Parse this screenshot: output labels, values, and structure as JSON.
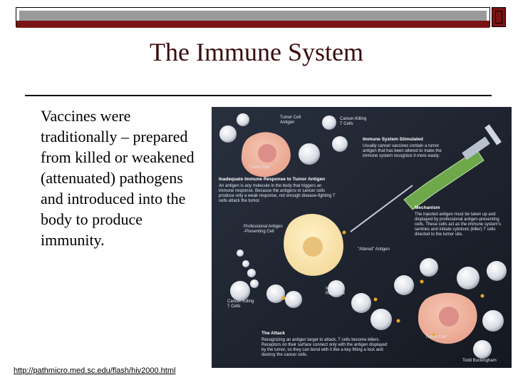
{
  "slide": {
    "title": "The Immune System",
    "body": "Vaccines were traditionally – prepared from killed or weakened (attenuated) pathogens and introduced into the body to produce immunity.",
    "link": "http://pathmicro.med.sc.edu/flash/hiv2000.html"
  },
  "figure": {
    "labels": {
      "tumor_cell_antigen": "Tumor Cell\nAntigen",
      "cancer_killing_tcells_top": "Cancer-Killing\nT Cells",
      "tumor_cell_top": "Tumor Cell",
      "inadequate_heading": "Inadequate Immune Response to Tumor Antigen",
      "inadequate_text": "An antigen is any molecule in the body that triggers an immune response. Because the antigens or cancer cells produce only a weak response, not enough disease-fighting T cells attack the tumor.",
      "system_stimulated_heading": "Immune System Stimulated",
      "system_stimulated_text": "Usually cancer vaccines contain a tumor antigen that has been altered to make the immune system recognize it more easily.",
      "mechanism_heading": "Mechanism",
      "mechanism_text": "The injected antigen must be taken up and displayed by professional antigen-presenting cells. These cells act as the immune system's sentries and initiate cytotoxic (killer) T cells directed to the tumor site.",
      "professional_apc": "Professional Antigen\n-Presenting Cell",
      "altered_antigen": "\"Altered\" Antigen",
      "immune_response": "Immune\nResponse",
      "cancer_killing_tcells_bottom": "Cancer-Killing\nT Cells",
      "attack_heading": "The Attack",
      "attack_text": "Recognizing an antigen target to attack, T cells become killers. Receptors on their surface connect only with the antigen displayed by the tumor, so they can bond with it like a key fitting a lock and destroy the cancer cells.",
      "tumor_cell_bottom": "Tumor Cell",
      "credit": "Todd Buckingham"
    }
  }
}
